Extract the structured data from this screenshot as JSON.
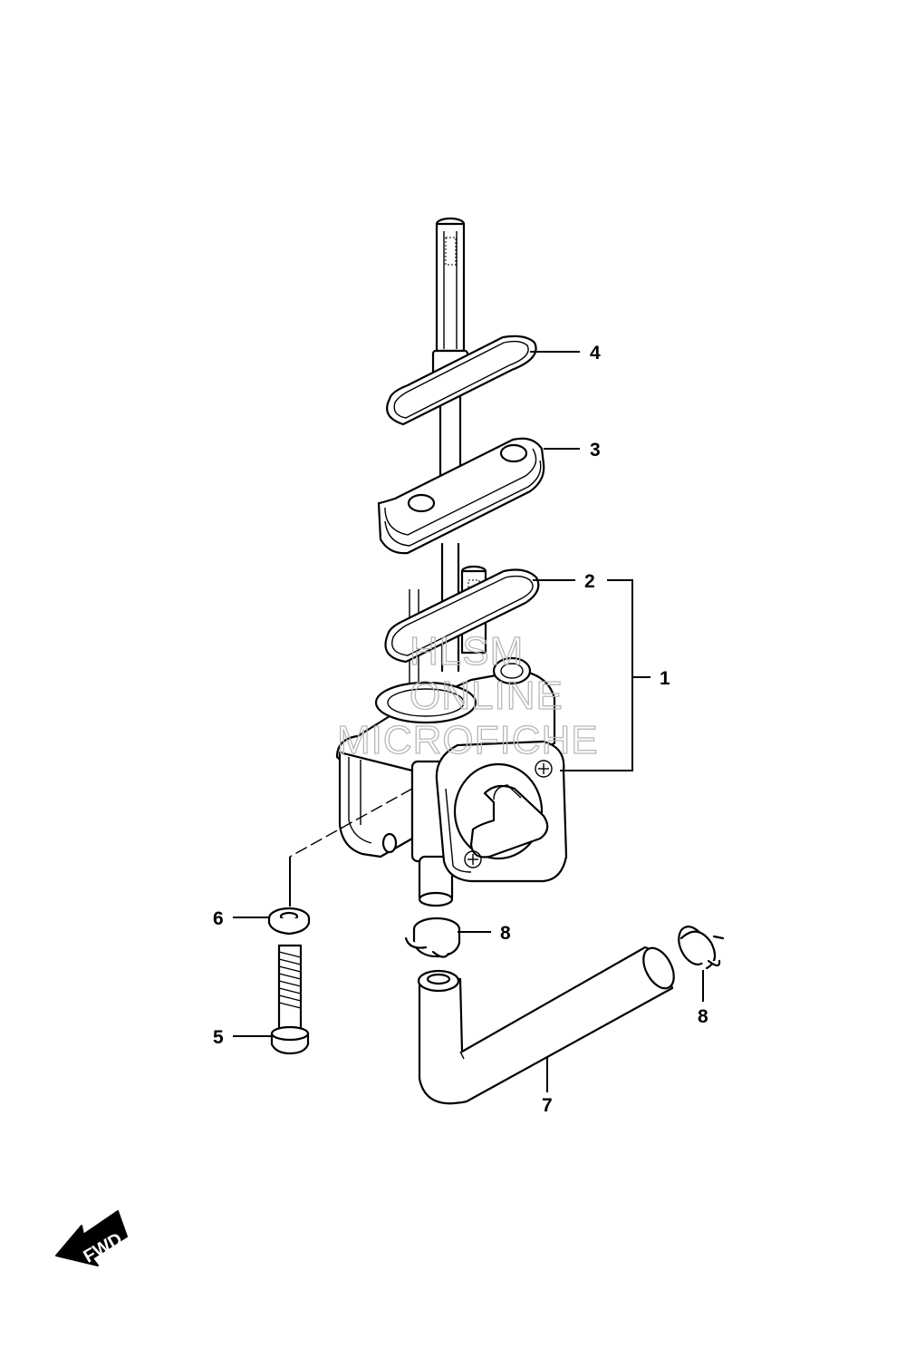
{
  "callouts": {
    "c1": "1",
    "c2": "2",
    "c3": "3",
    "c4": "4",
    "c5": "5",
    "c6": "6",
    "c7": "7",
    "c8a": "8",
    "c8b": "8"
  },
  "watermark": {
    "line1": "HLSM",
    "line2": "ONLINE",
    "line3": "MICROFICHE"
  },
  "fwd_label": "FWD"
}
